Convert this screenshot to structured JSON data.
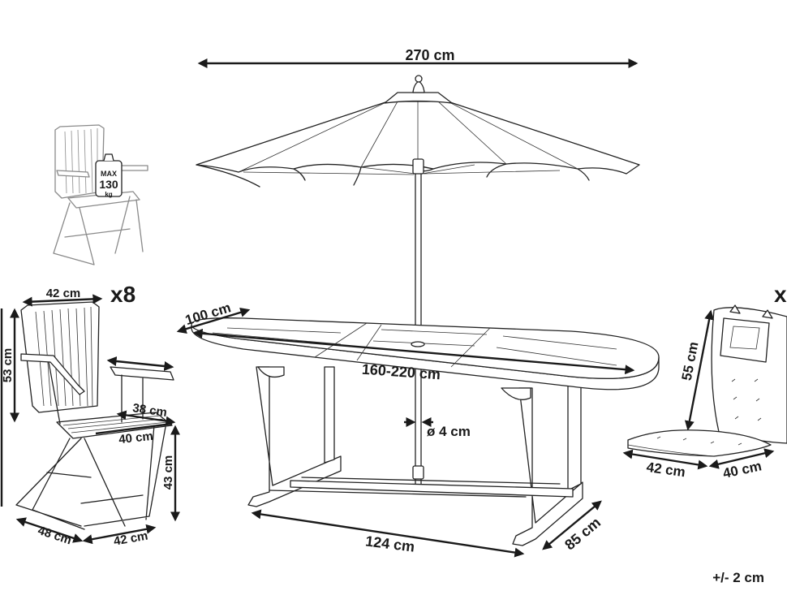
{
  "dimensions": {
    "umbrella_width": "270 cm",
    "table_width": "100 cm",
    "table_length": "160-220 cm",
    "pole_diameter": "ø 4 cm",
    "table_base_length": "124 cm",
    "table_base_depth": "85 cm",
    "chair_back_width": "42 cm",
    "chair_back_height": "53 cm",
    "chair_seat_depth": "38 cm",
    "chair_seat_width": "40 cm",
    "chair_seat_height": "43 cm",
    "chair_base_depth": "48 cm",
    "chair_base_width": "42 cm",
    "cushion_back_height": "55 cm",
    "cushion_seat_width": "42 cm",
    "cushion_seat_depth": "40 cm"
  },
  "quantities": {
    "chairs": "x8",
    "cushions": "x"
  },
  "load_badge": {
    "line1": "MAX",
    "line2": "130",
    "line3": "kg"
  },
  "tolerance": "+/- 2 cm"
}
